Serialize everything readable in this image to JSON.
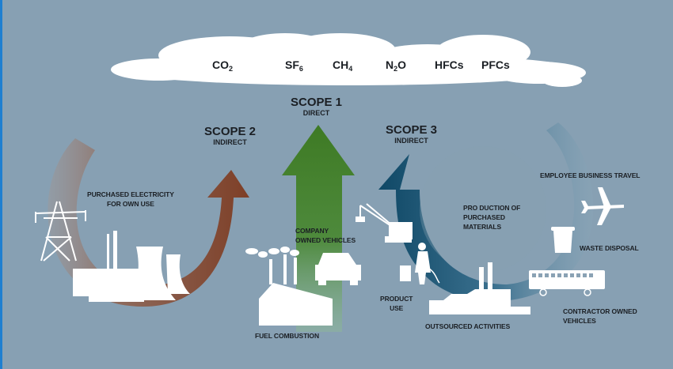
{
  "title": "Greenhouse gas emission scopes",
  "gases": [
    {
      "base": "CO",
      "sub": "2"
    },
    {
      "base": "SF",
      "sub": "6"
    },
    {
      "base": "CH",
      "sub": "4"
    },
    {
      "base": "N",
      "sub": "2",
      "tail": "O"
    },
    {
      "base": "HFCs",
      "sub": ""
    },
    {
      "base": "PFCs",
      "sub": ""
    }
  ],
  "scopes": {
    "scope1": {
      "title": "SCOPE 1",
      "subtitle": "DIRECT",
      "color": "#3f7a2a"
    },
    "scope2": {
      "title": "SCOPE 2",
      "subtitle": "INDIRECT",
      "color": "#8a4a32"
    },
    "scope3": {
      "title": "SCOPE 3",
      "subtitle": "INDIRECT",
      "color": "#164f6e"
    }
  },
  "labels": {
    "purchased_electricity": [
      "PURCHASED ELECTRICITY",
      "FOR OWN USE"
    ],
    "company_vehicles": [
      "COMPANY",
      "OWNED VEHICLES"
    ],
    "fuel_combustion": "FUEL COMBUSTION",
    "production_materials": [
      "PRO DUCTION OF",
      "PURCHASED",
      "MATERIALS"
    ],
    "employee_travel": "EMPLOYEE BUSINESS TRAVEL",
    "waste_disposal": "WASTE DISPOSAL",
    "product_use": [
      "PRODUCT",
      "USE"
    ],
    "outsourced": "OUTSOURCED ACTIVITIES",
    "contractor_vehicles": [
      "CONTRACTOR OWNED",
      "VEHICLES"
    ]
  },
  "colors": {
    "background": "#87a0b3",
    "cloud": "#ffffff",
    "text": "#1b1f24",
    "icon": "#ffffff"
  }
}
